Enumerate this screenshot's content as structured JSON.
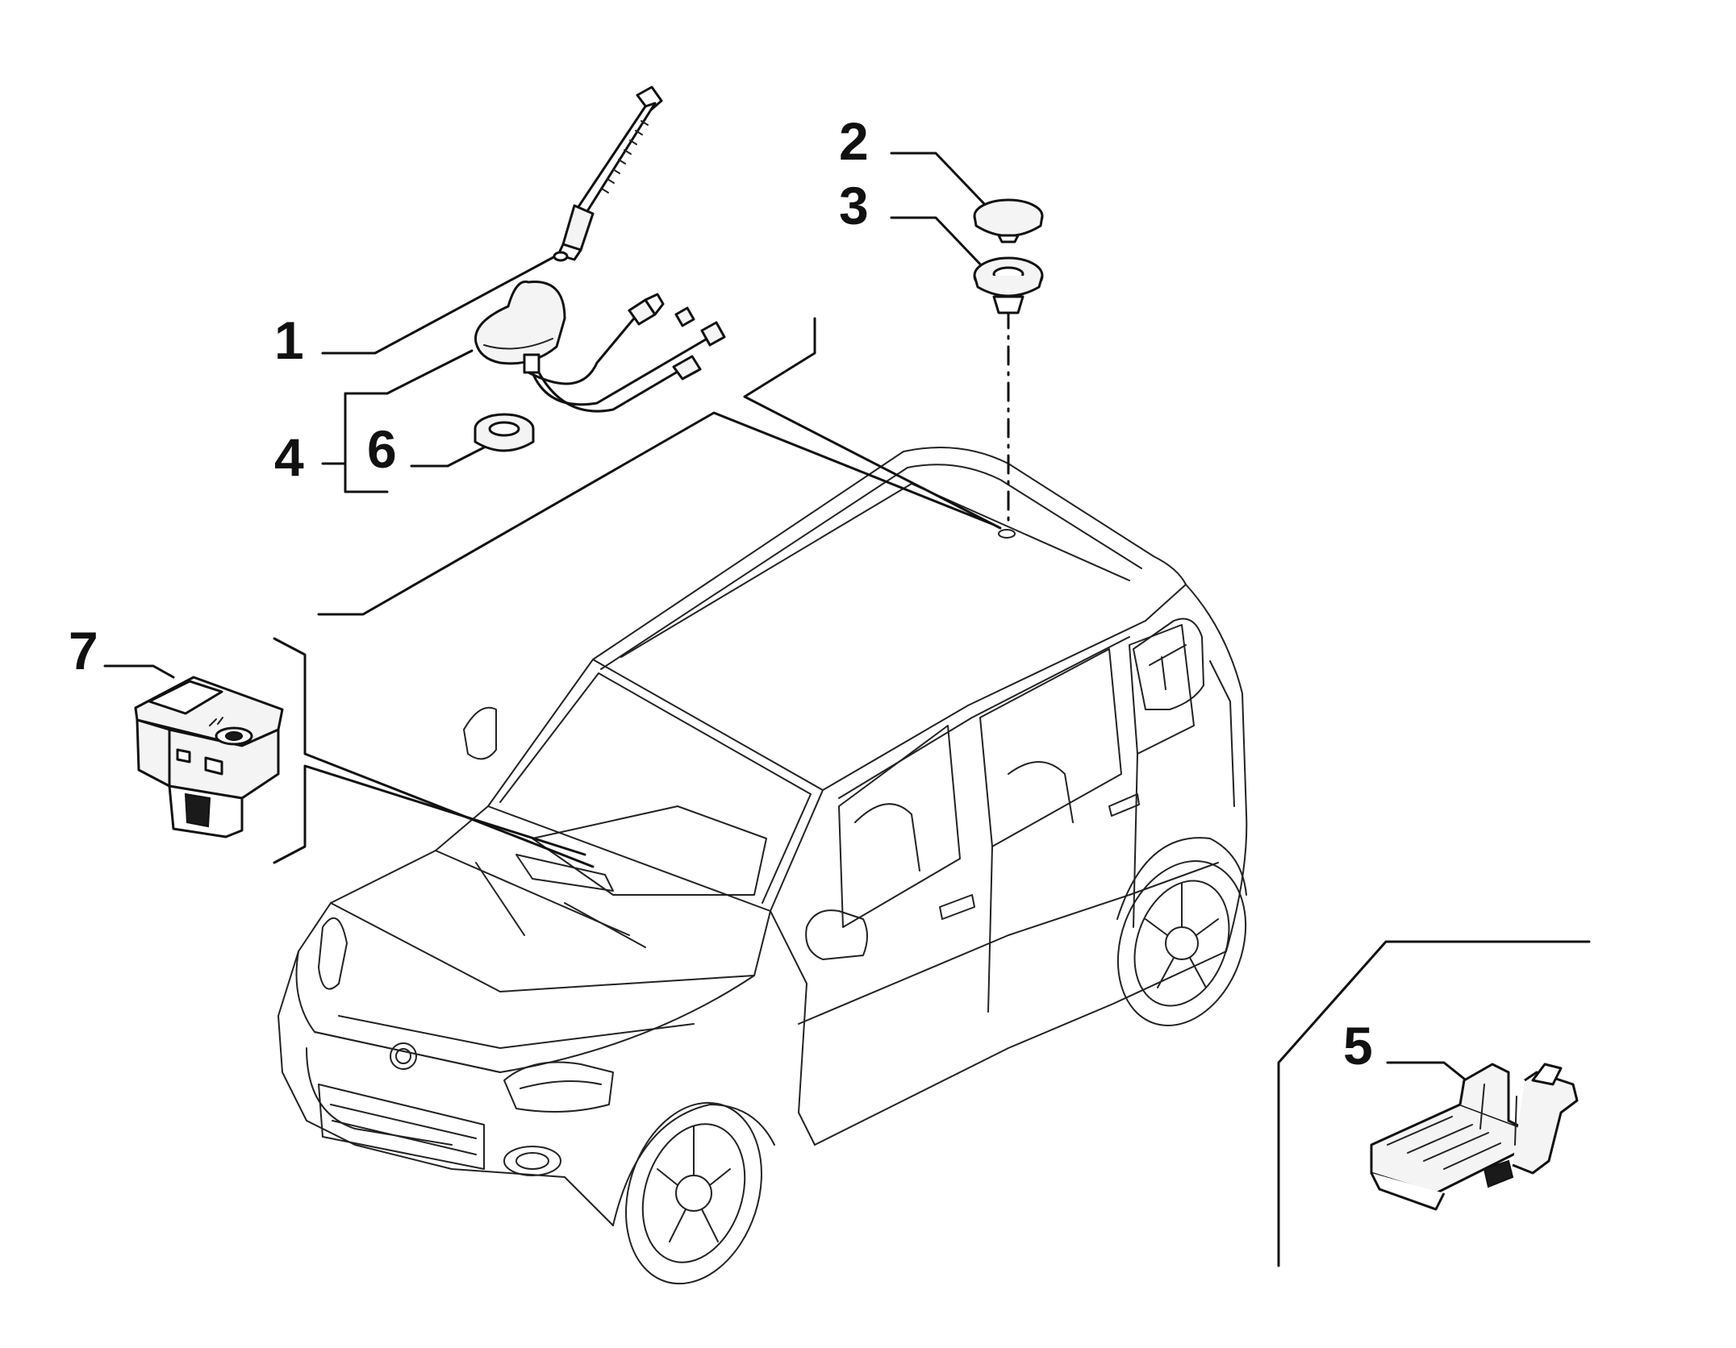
{
  "colors": {
    "ink": "#111111",
    "paper": "#ffffff"
  },
  "callouts": {
    "c1": "1",
    "c2": "2",
    "c3": "3",
    "c4": "4",
    "c5": "5",
    "c6": "6",
    "c7": "7"
  },
  "parts": [
    {
      "callout": "1",
      "icon": "antenna-mast-icon"
    },
    {
      "callout": "2",
      "icon": "cap-plug-icon"
    },
    {
      "callout": "3",
      "icon": "grommet-icon"
    },
    {
      "callout": "4",
      "icon": "antenna-base-bracket-icon"
    },
    {
      "callout": "5",
      "icon": "connector-clip-icon"
    },
    {
      "callout": "6",
      "icon": "seal-ring-icon"
    },
    {
      "callout": "7",
      "icon": "usb-socket-icon"
    }
  ]
}
